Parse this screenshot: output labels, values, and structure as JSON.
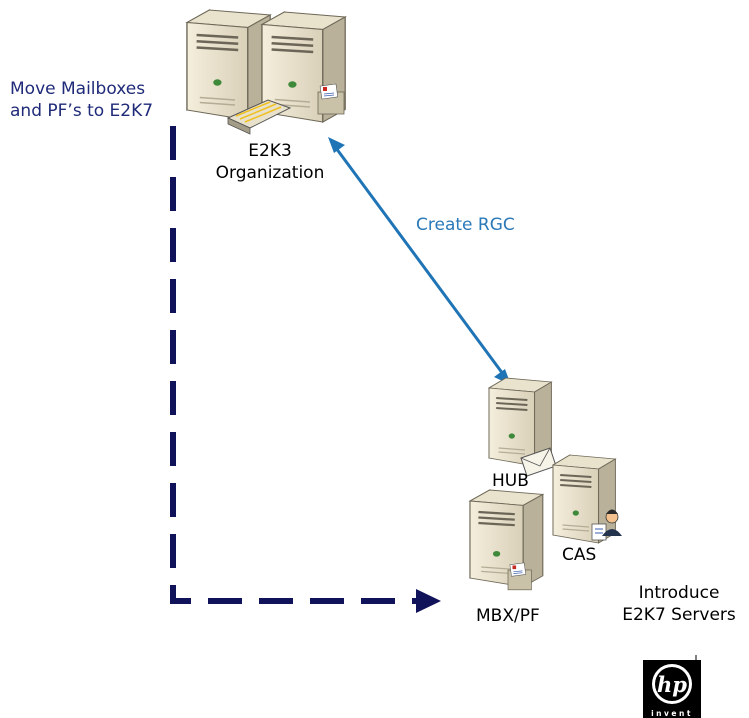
{
  "move_label": [
    "Move Mailboxes",
    "and PF’s to E2K7"
  ],
  "e2k3": [
    "E2K3",
    "Organization"
  ],
  "rgc_label": "Create RGC",
  "servers": {
    "hub": "HUB",
    "cas": "CAS",
    "mbx": "MBX/PF"
  },
  "introduce": [
    "Introduce",
    "E2K7 Servers"
  ],
  "logo": {
    "text": "invent",
    "mark": "hp"
  },
  "colors": {
    "migration_arrow": "#10125a",
    "rgc_arrow": "#1f74b6",
    "move_text": "#1f2a78",
    "rgc_text": "#2a79b8"
  },
  "icons": [
    "server-icon",
    "mailbox-icon",
    "keyboard-icon",
    "envelope-icon",
    "user-icon",
    "hp-logo"
  ]
}
